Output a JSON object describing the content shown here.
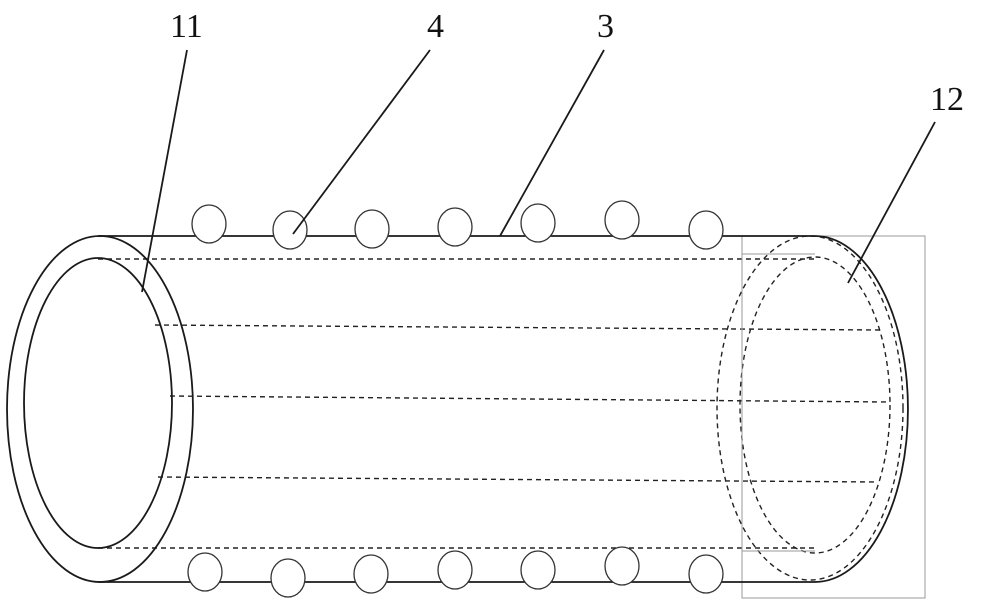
{
  "labels": {
    "end_left": "11",
    "bump": "4",
    "tube": "3",
    "end_right": "12"
  }
}
